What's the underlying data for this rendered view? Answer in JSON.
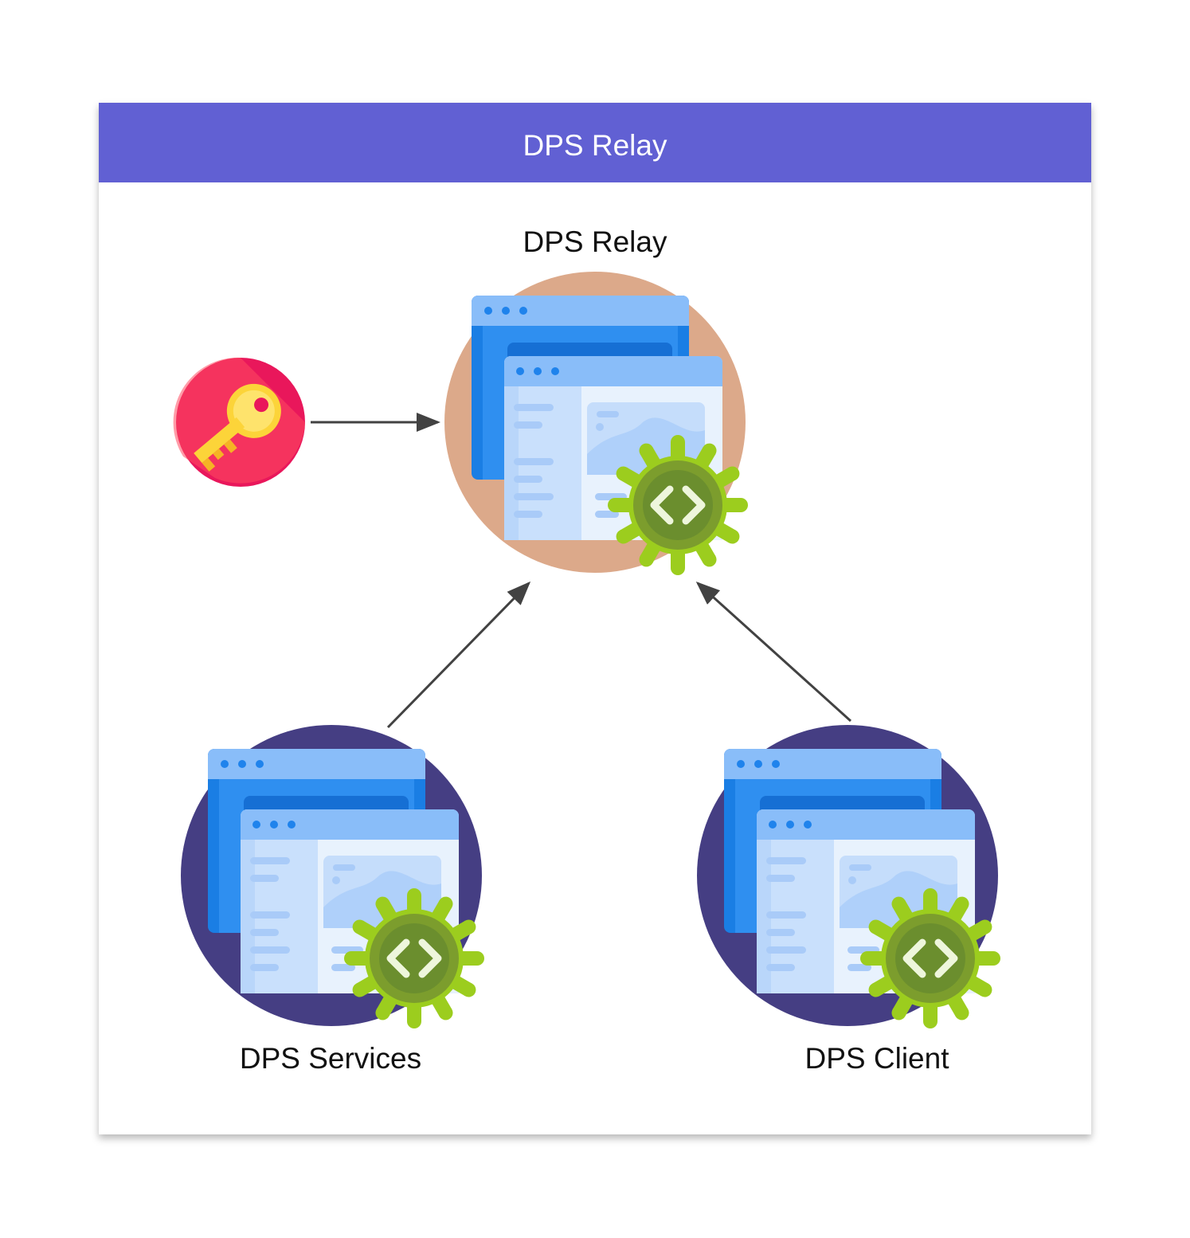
{
  "header": {
    "title": "DPS Relay"
  },
  "nodes": {
    "relay": {
      "label": "DPS Relay",
      "icon": "web-app-gear-icon",
      "circle_color": "#dca98a"
    },
    "services": {
      "label": "DPS Services",
      "icon": "web-app-gear-icon",
      "circle_color": "#453e83"
    },
    "client": {
      "label": "DPS Client",
      "icon": "web-app-gear-icon",
      "circle_color": "#453e83"
    },
    "key": {
      "icon": "key-icon",
      "circle_color": "#e9175b"
    }
  },
  "colors": {
    "header": "#6160d3",
    "arrow": "#424242",
    "gear": "#9ccd1e",
    "gear_inner": "#6b8e2e"
  }
}
